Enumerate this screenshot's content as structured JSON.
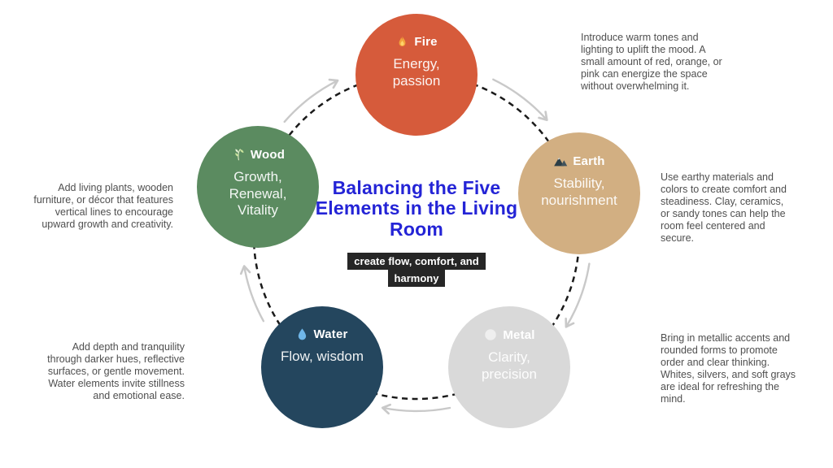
{
  "title": "Balancing the Five Elements in the Living Room",
  "subtitle": "create flow, comfort, and harmony",
  "title_color": "#2424d6",
  "subtitle_bg_color": "#262626",
  "elements": [
    {
      "name": "Fire",
      "icon": "flame-icon",
      "description": "Energy, passion",
      "color": "#d65b3b",
      "note": "Introduce warm tones and lighting to uplift the mood. A small amount of red, orange, or pink can energize the space without overwhelming it."
    },
    {
      "name": "Earth",
      "icon": "mountain-icon",
      "description": "Stability, nourishment",
      "color": "#d2af82",
      "note": "Use earthy materials and colors to create comfort and steadiness. Clay, ceramics, or sandy tones can help the room feel centered and secure."
    },
    {
      "name": "Metal",
      "icon": "sphere-icon",
      "description": "Clarity, precision",
      "color": "#d9d9d9",
      "note": "Bring in metallic accents and rounded forms to promote order and clear thinking. Whites, silvers, and soft grays are ideal for refreshing the mind."
    },
    {
      "name": "Water",
      "icon": "droplet-icon",
      "description": "Flow, wisdom",
      "color": "#24465e",
      "note": "Add depth and tranquility through darker hues, reflective surfaces, or gentle movement. Water elements invite stillness and emotional ease."
    },
    {
      "name": "Wood",
      "icon": "sprig-icon",
      "description": "Growth, Renewal, Vitality",
      "color": "#5b8b60",
      "note": "Add living plants, wooden furniture, or décor that features vertical lines to encourage upward growth and creativity."
    }
  ],
  "cycle": {
    "direction": "clockwise",
    "ring_style": "dashed",
    "ring_color": "#1a1a1a",
    "arrow_color": "#c9c9c9"
  }
}
